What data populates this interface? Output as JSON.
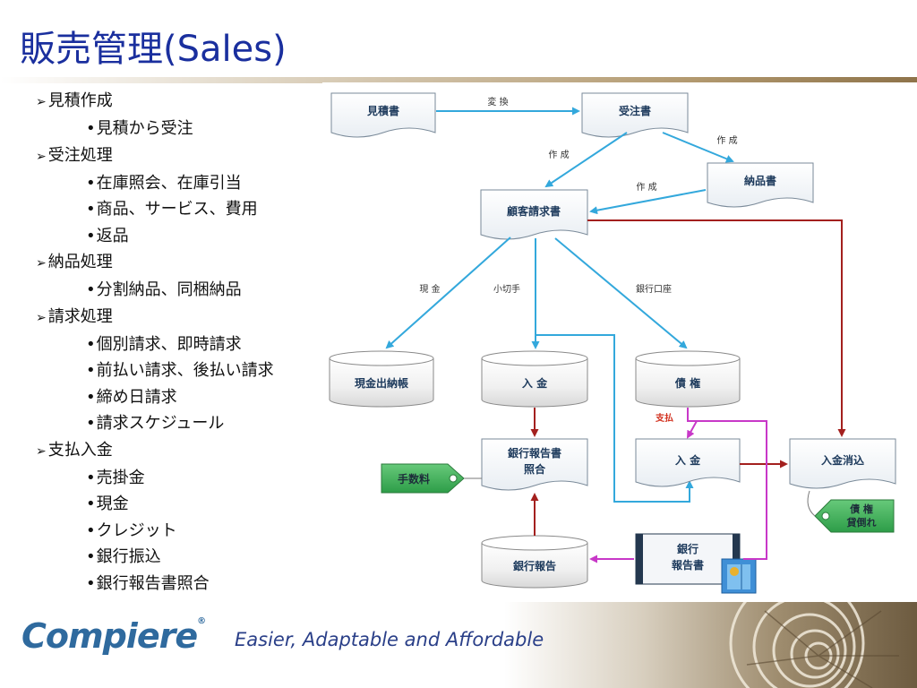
{
  "slide": {
    "title": "販売管理(Sales)"
  },
  "outline": [
    {
      "label": "見積作成",
      "items": [
        "見積から受注"
      ]
    },
    {
      "label": "受注処理",
      "items": [
        "在庫照会、在庫引当",
        "商品、サービス、費用",
        "返品"
      ]
    },
    {
      "label": "納品処理",
      "items": [
        "分割納品、同梱納品"
      ]
    },
    {
      "label": "請求処理",
      "items": [
        "個別請求、即時請求",
        "前払い請求、後払い請求",
        "締め日請求",
        "請求スケジュール"
      ]
    },
    {
      "label": "支払入金",
      "items": [
        "売掛金",
        "現金",
        "クレジット",
        "銀行振込",
        "銀行報告書照合"
      ]
    }
  ],
  "diagram": {
    "nodes": {
      "quote": "見積書",
      "order": "受注書",
      "delivery": "納品書",
      "invoice": "顧客請求書",
      "cashbook": "現金出納帳",
      "receipt_db": "入 金",
      "receivable": "債 権",
      "bank_report_match_line1": "銀行報告書",
      "bank_report_match_line2": "照合",
      "receipt_doc": "入 金",
      "payment_clear": "入金消込",
      "bank_report_db": "銀行報告",
      "bank_report_doc_line1": "銀行",
      "bank_report_doc_line2": "報告書",
      "fee_tag": "手数料",
      "baddebt_line1": "債 権",
      "baddebt_line2": "貸倒れ"
    },
    "edge_labels": {
      "convert": "変 換",
      "create1": "作 成",
      "create2": "作 成",
      "create3": "作 成",
      "cash": "現 金",
      "check": "小切手",
      "bank_account": "銀行口座",
      "payment": "支払"
    },
    "colors": {
      "blue_arrow": "#33a8dc",
      "red_arrow": "#a3201e",
      "magenta_arrow": "#c838c8",
      "node_text": "#1d3a5c",
      "tag_green": "#2aa14a"
    }
  },
  "footer": {
    "logo": "Compiere",
    "logo_mark": "®",
    "tagline": "Easier, Adaptable and Affordable"
  }
}
